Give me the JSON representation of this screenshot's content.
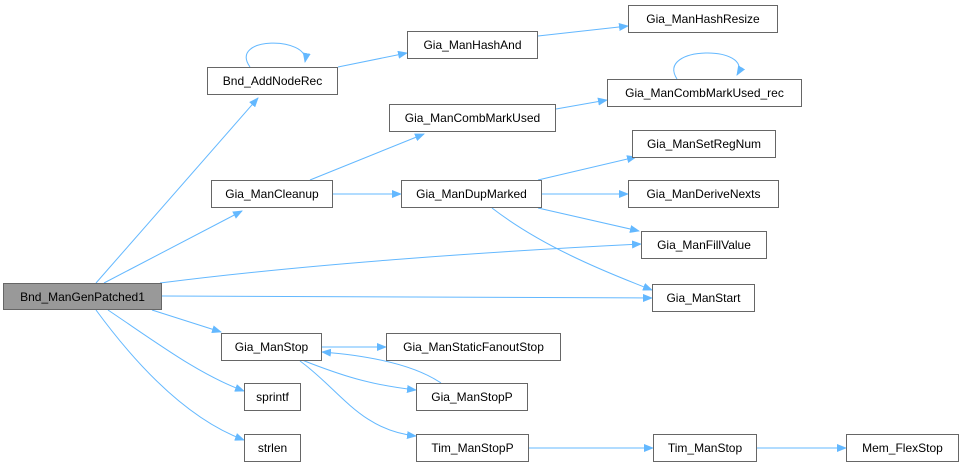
{
  "colors": {
    "edge": "#63b8ff",
    "node_border": "#666666",
    "root_fill": "#999999",
    "node_fill": "#ffffff"
  },
  "nodes": {
    "bnd_mangenpatched1": "Bnd_ManGenPatched1",
    "bnd_addnoderec": "Bnd_AddNodeRec",
    "gia_manhashand": "Gia_ManHashAnd",
    "gia_manhashresize": "Gia_ManHashResize",
    "gia_mancombmarkused": "Gia_ManCombMarkUsed",
    "gia_mancombmarkused_rec": "Gia_ManCombMarkUsed_rec",
    "gia_mancleanup": "Gia_ManCleanup",
    "gia_mandupmarked": "Gia_ManDupMarked",
    "gia_mansetregnum": "Gia_ManSetRegNum",
    "gia_manderivenexts": "Gia_ManDeriveNexts",
    "gia_manfillvalue": "Gia_ManFillValue",
    "gia_manstart": "Gia_ManStart",
    "gia_manstop": "Gia_ManStop",
    "gia_manstaticfanoutstop": "Gia_ManStaticFanoutStop",
    "gia_manstopp": "Gia_ManStopP",
    "sprintf": "sprintf",
    "strlen": "strlen",
    "tim_manstopp": "Tim_ManStopP",
    "tim_manstop": "Tim_ManStop",
    "mem_flexstop": "Mem_FlexStop"
  }
}
